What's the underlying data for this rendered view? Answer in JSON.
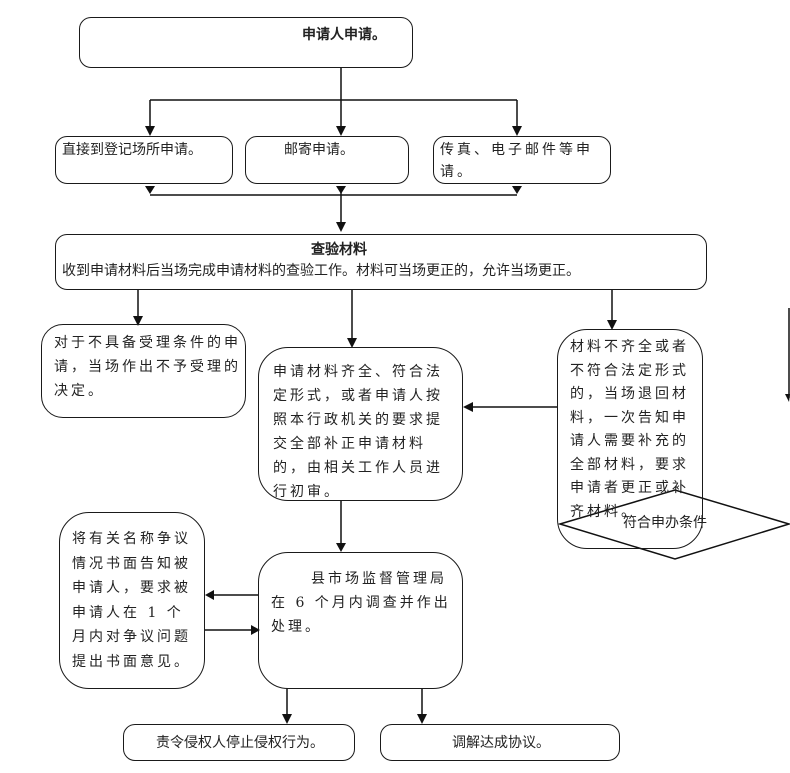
{
  "diagram": {
    "type": "flowchart",
    "nodes": {
      "apply": {
        "text": "申请人申请。"
      },
      "in_person": {
        "text": "直接到登记场所申请。"
      },
      "mail": {
        "text": "邮寄申请。"
      },
      "fax_email": {
        "text": "传真、电子邮件等申请。"
      },
      "check_title": {
        "text": "查验材料"
      },
      "check_body": {
        "text": "收到申请材料后当场完成申请材料的查验工作。材料可当场更正的，允许当场更正。"
      },
      "reject": {
        "text": "对于不具备受理条件的申请，当场作出不予受理的决定。"
      },
      "complete": {
        "text": "申请材料齐全、符合法定形式，或者申请人按照本行政机关的要求提交全部补正申请材料的，由相关工作人员进行初审。"
      },
      "incomplete": {
        "text": "材料不齐全或者不符合法定形式的，当场退回材料，一次告知申请人需要补充的全部材料，要求申请者更正或补齐材料。"
      },
      "decision": {
        "text": "符合申办条件"
      },
      "notify": {
        "text": "将有关名称争议情况书面告知被申请人，要求被申请人在 1 个月内对争议问题提出书面意见。"
      },
      "bureau": {
        "text": "县市场监督管理局在 6 个月内调查并作出处理。"
      },
      "stop": {
        "text": "责令侵权人停止侵权行为。"
      },
      "mediate": {
        "text": "调解达成协议。"
      }
    },
    "edges": [
      [
        "apply",
        "in_person"
      ],
      [
        "apply",
        "mail"
      ],
      [
        "apply",
        "fax_email"
      ],
      [
        "in_person",
        "check"
      ],
      [
        "mail",
        "check"
      ],
      [
        "fax_email",
        "check"
      ],
      [
        "check",
        "reject"
      ],
      [
        "check",
        "complete"
      ],
      [
        "check",
        "incomplete"
      ],
      [
        "incomplete",
        "complete"
      ],
      [
        "complete",
        "bureau"
      ],
      [
        "bureau",
        "notify"
      ],
      [
        "notify",
        "bureau"
      ],
      [
        "bureau",
        "stop"
      ],
      [
        "bureau",
        "mediate"
      ]
    ]
  }
}
